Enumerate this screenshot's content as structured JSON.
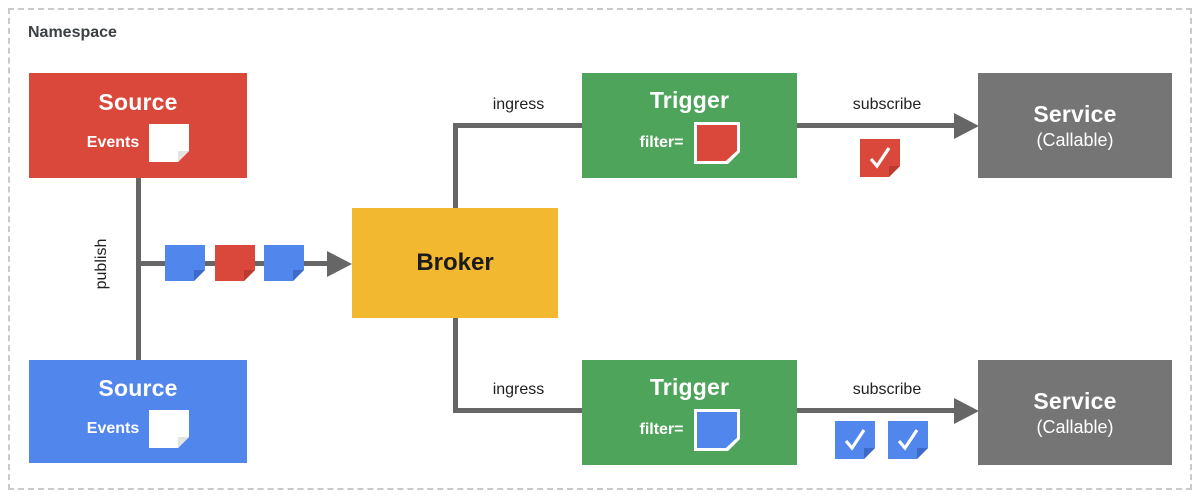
{
  "namespace": {
    "label": "Namespace"
  },
  "colors": {
    "red": "#D9483B",
    "red_fold": "#BA3A2C",
    "blue": "#5186EC",
    "blue_fold": "#3D6AC9",
    "green": "#4EA45A",
    "yellow": "#F2B830",
    "gray": "#757575",
    "line": "#666666",
    "white": "#FFFFFF",
    "white_fold": "#E4E4E4",
    "check": "#FFFFFF"
  },
  "sources": [
    {
      "title": "Source",
      "events_label": "Events",
      "color": "red"
    },
    {
      "title": "Source",
      "events_label": "Events",
      "color": "blue"
    }
  ],
  "broker": {
    "label": "Broker"
  },
  "triggers": [
    {
      "title": "Trigger",
      "filter_label": "filter=",
      "filter_color": "red"
    },
    {
      "title": "Trigger",
      "filter_label": "filter=",
      "filter_color": "blue"
    }
  ],
  "services": [
    {
      "title": "Service",
      "subtitle": "(Callable)"
    },
    {
      "title": "Service",
      "subtitle": "(Callable)"
    }
  ],
  "edges": {
    "publish": "publish",
    "ingress": "ingress",
    "subscribe": "subscribe"
  },
  "event_flow": [
    "blue",
    "red",
    "blue"
  ],
  "delivered_events": {
    "top": [
      "red"
    ],
    "bottom": [
      "blue",
      "blue"
    ]
  }
}
